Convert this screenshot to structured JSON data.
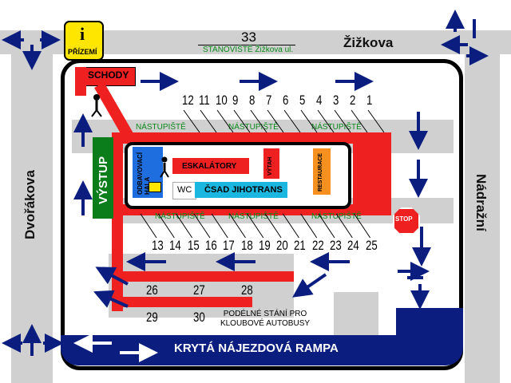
{
  "info": {
    "icon": "i",
    "label": "PŘÍZEMÍ"
  },
  "streets": {
    "top": "Žižkova",
    "left": "Dvořákova",
    "right": "Nádražní"
  },
  "stop33": {
    "number": "33",
    "label": "STANOVIŠTĚ Žižkova ul."
  },
  "labels": {
    "stairs": "SCHODY",
    "exit": "VÝSTUP",
    "escalators": "ESKALÁTORY",
    "waiting_hall": "ODBAVOVACÍ HALA",
    "wc": "WC",
    "csad": "ČSAD JIHOTRANS",
    "exit_inner": "VÝTAH",
    "restaurant": "RESTAURACE",
    "stop_sign": "STOP",
    "parallel_parking": "PODÉLNÉ STÁNÍ PRO KLOUBOVÉ AUTOBUSY",
    "ramp": "KRYTÁ NÁJEZDOVÁ RAMPA"
  },
  "platform_label": "NÁSTUPIŠTĚ",
  "top_bays": [
    "12",
    "11",
    "10",
    "9",
    "8",
    "7",
    "6",
    "5",
    "4",
    "3",
    "2",
    "1"
  ],
  "bottom_bays": [
    "13",
    "14",
    "15",
    "16",
    "17",
    "18",
    "19",
    "20",
    "21",
    "22",
    "23",
    "24",
    "25"
  ],
  "lower_bays_row1": [
    "26",
    "27",
    "28"
  ],
  "lower_bays_row2": [
    "29",
    "30"
  ],
  "colors": {
    "red": "#ee2020",
    "navy": "#0b1e80",
    "green": "#0b7d1a",
    "grey": "#cfcfcf",
    "yellow": "#ffe600"
  }
}
